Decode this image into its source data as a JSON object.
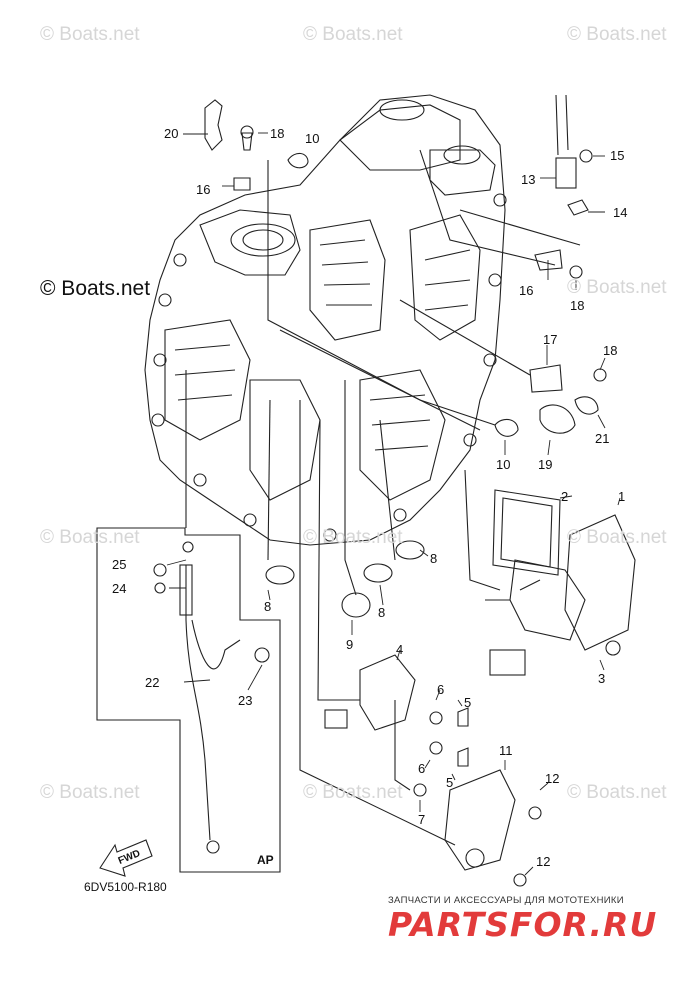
{
  "watermarks": {
    "text": "© Boats.net",
    "strong_text": "© Boats.net"
  },
  "callouts": [
    {
      "id": "c20",
      "label": "20"
    },
    {
      "id": "c18a",
      "label": "18"
    },
    {
      "id": "c10a",
      "label": "10"
    },
    {
      "id": "c16a",
      "label": "16"
    },
    {
      "id": "c13",
      "label": "13"
    },
    {
      "id": "c15",
      "label": "15"
    },
    {
      "id": "c14",
      "label": "14"
    },
    {
      "id": "c16b",
      "label": "16"
    },
    {
      "id": "c18b",
      "label": "18"
    },
    {
      "id": "c17",
      "label": "17"
    },
    {
      "id": "c18c",
      "label": "18"
    },
    {
      "id": "c21",
      "label": "21"
    },
    {
      "id": "c10b",
      "label": "10"
    },
    {
      "id": "c19",
      "label": "19"
    },
    {
      "id": "c2",
      "label": "2"
    },
    {
      "id": "c1",
      "label": "1"
    },
    {
      "id": "c25",
      "label": "25"
    },
    {
      "id": "c24",
      "label": "24"
    },
    {
      "id": "c8a",
      "label": "8"
    },
    {
      "id": "c8b",
      "label": "8"
    },
    {
      "id": "c8c",
      "label": "8"
    },
    {
      "id": "c9",
      "label": "9"
    },
    {
      "id": "c3",
      "label": "3"
    },
    {
      "id": "c4",
      "label": "4"
    },
    {
      "id": "c22",
      "label": "22"
    },
    {
      "id": "c23",
      "label": "23"
    },
    {
      "id": "c6a",
      "label": "6"
    },
    {
      "id": "c5a",
      "label": "5"
    },
    {
      "id": "c6b",
      "label": "6"
    },
    {
      "id": "c5b",
      "label": "5"
    },
    {
      "id": "c7",
      "label": "7"
    },
    {
      "id": "c11",
      "label": "11"
    },
    {
      "id": "c12a",
      "label": "12"
    },
    {
      "id": "c12b",
      "label": "12"
    }
  ],
  "inset_label": "AP",
  "fwd_label": "FWD",
  "reference_code": "6DV5100-R180",
  "brand": {
    "subtitle": "ЗАПЧАСТИ И АКСЕССУАРЫ ДЛЯ МОТОТЕХНИКИ",
    "name": "PARTSFOR.RU",
    "color": "#e23b3b"
  }
}
